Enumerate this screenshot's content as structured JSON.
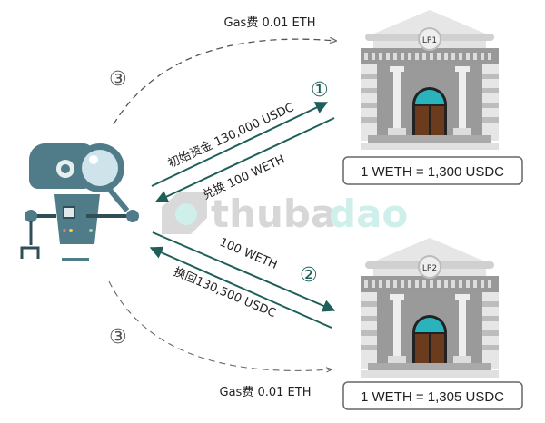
{
  "steps": {
    "one": "①",
    "two": "②",
    "three_top": "③",
    "three_bottom": "③"
  },
  "arrows": {
    "initial_funds": "初始资金 130,000 USDC",
    "swap_weth": "兑换 100 WETH",
    "send_weth": "100 WETH",
    "swap_back": "换回130,500 USDC",
    "gas_top": "Gas费 0.01 ETH",
    "gas_bottom": "Gas费 0.01 ETH"
  },
  "pools": [
    {
      "name": "LP1",
      "rate": "1 WETH = 1,300 USDC"
    },
    {
      "name": "LP2",
      "rate": "1 WETH = 1,305 USDC"
    }
  ],
  "watermark": {
    "part1": "thuba",
    "part2": "dao"
  },
  "colors": {
    "teal": "#1f5f5a",
    "robot": "#4f7c88",
    "door": "#2bb3bd",
    "wood": "#6a3b1c"
  }
}
